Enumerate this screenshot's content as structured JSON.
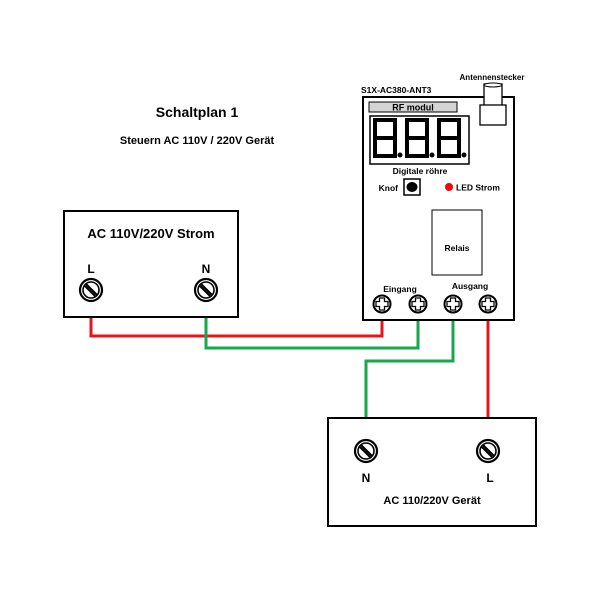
{
  "title": "Schaltplan 1",
  "subtitle": "Steuern AC 110V / 220V Gerät",
  "power_source": {
    "label": "AC 110V/220V Strom",
    "terminals": [
      "L",
      "N"
    ]
  },
  "module": {
    "model": "S1X-AC380-ANT3",
    "antenna_label": "Antennenstecker",
    "rf_label": "RF modul",
    "display_label": "Digitale röhre",
    "display_digits": "8.8.8.",
    "button_label": "Knof",
    "led_label": "LED Strom",
    "relay_label": "Relais",
    "input_label": "Eingang",
    "output_label": "Ausgang"
  },
  "device": {
    "label": "AC 110/220V Gerät",
    "terminals": [
      "N",
      "L"
    ]
  },
  "colors": {
    "live_wire": "#e8141c",
    "neutral_wire": "#16a84a",
    "led": "#ff0000",
    "rf_bar": "#d4d4d4"
  }
}
